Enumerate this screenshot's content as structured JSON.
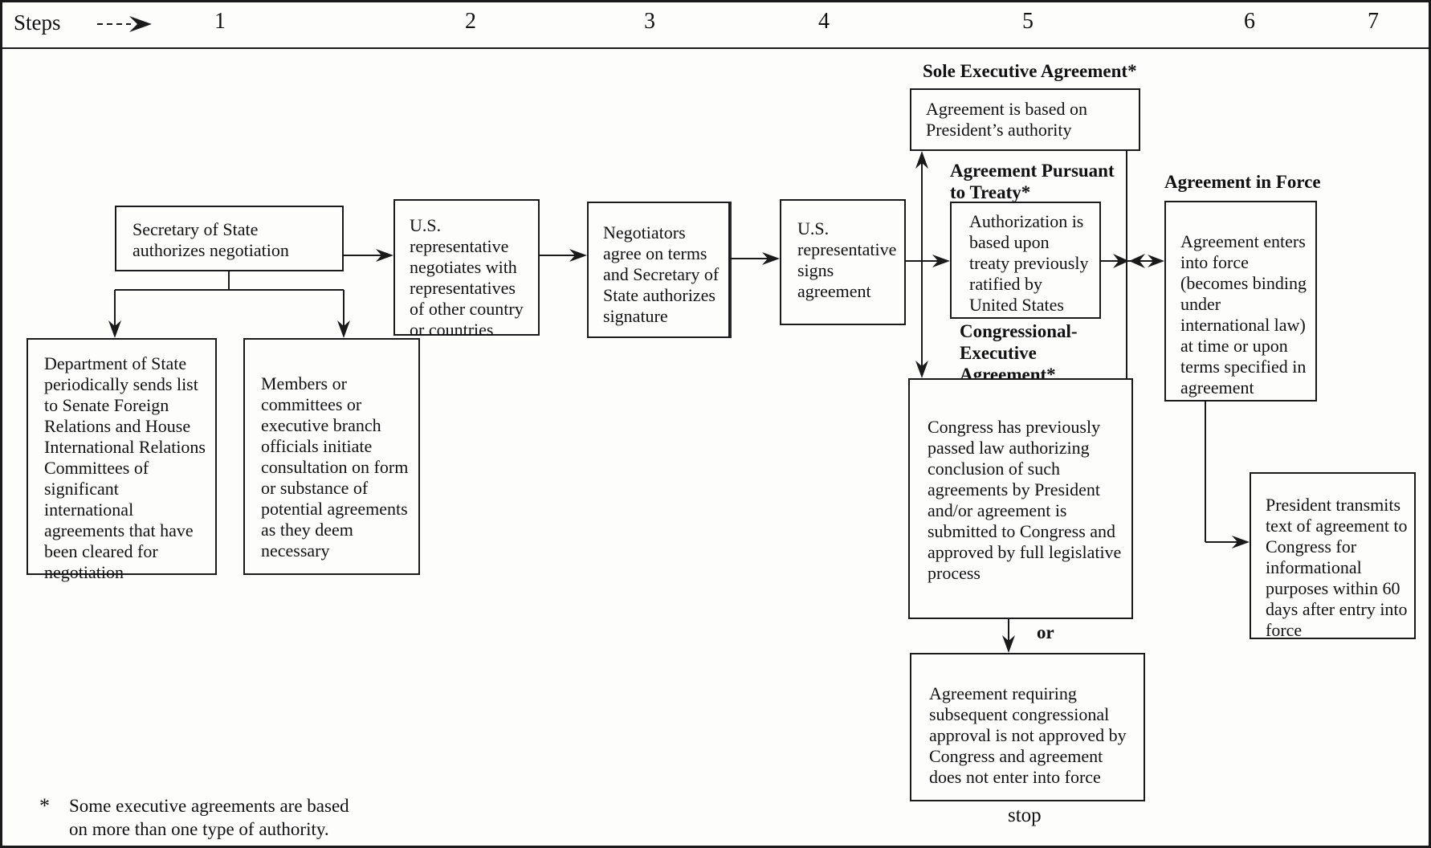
{
  "header": {
    "steps_label": "Steps",
    "step_numbers": [
      "1",
      "2",
      "3",
      "4",
      "5",
      "6",
      "7"
    ]
  },
  "flowchart": {
    "secretary_box": "Secretary of State\nauthorizes negotiation",
    "department_box": "Department of State\nperiodically sends list\nto Senate Foreign\nRelations and House\nInternational Relations\nCommittees of\nsignificant\ninternational\nagreements that have\nbeen cleared for\nnegotiation",
    "members_box": "Members or\ncommittees or\nexecutive branch\nofficials initiate\nconsultation on form\nor substance of\npotential agreements\nas they deem\nnecessary",
    "us_negotiates_box": "U.S.\nrepresentative\nnegotiates with\nrepresentatives\nof other country\nor countries",
    "negotiators_box": "Negotiators\nagree on terms\nand Secretary of\nState authorizes\nsignature",
    "us_signs_box": "U.S.\nrepresentative\nsigns\nagreement",
    "sole_heading": "Sole Executive Agreement*",
    "sole_box": "Agreement is based on\nPresident’s authority",
    "pursuant_heading": "Agreement Pursuant\nto Treaty*",
    "authorization_box": "Authorization is\nbased upon\ntreaty previously\nratified by\nUnited States",
    "congressional_heading": "Congressional-\nExecutive\nAgreement*",
    "congress_box": "Congress has previously\npassed law authorizing\nconclusion of such\nagreements by President\nand/or agreement is\nsubmitted to Congress and\napproved by full legislative\nprocess",
    "or_label": "or",
    "not_approved_box": "Agreement requiring\nsubsequent congressional\napproval is not approved by\nCongress and agreement\ndoes not enter into force",
    "stop_label": "stop",
    "force_heading": "Agreement in Force",
    "force_box": "Agreement enters\ninto force\n(becomes binding\nunder\ninternational law)\nat time or upon\nterms specified in\nagreement",
    "transmits_box": "President transmits\ntext of agreement to\nCongress for\ninformational\npurposes within 60\ndays after entry into\nforce"
  },
  "footnote": {
    "marker": "*",
    "text": "Some executive agreements are based\non more than one type of authority."
  }
}
